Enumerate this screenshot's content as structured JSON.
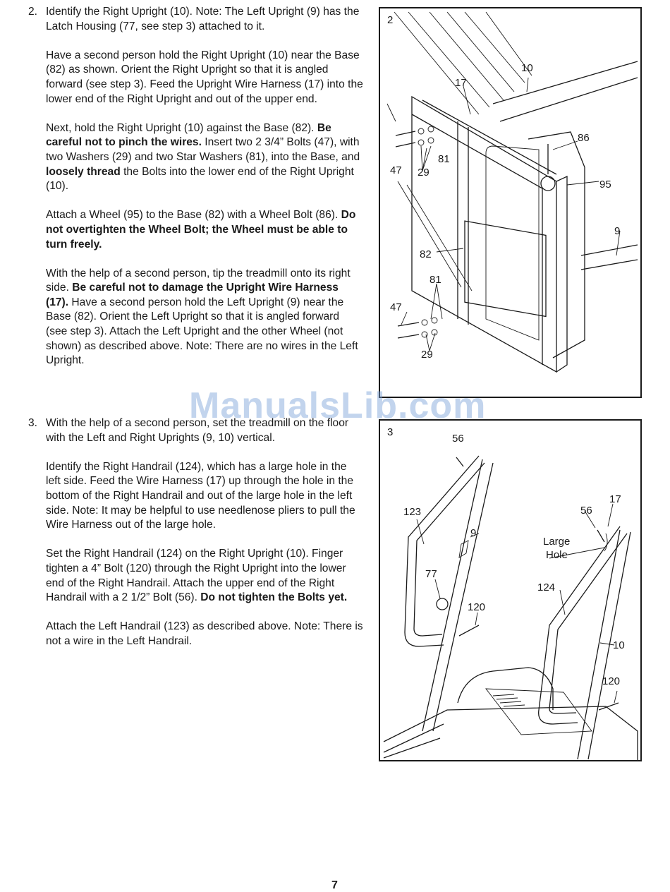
{
  "step2": {
    "number": "2.",
    "p1": "Identify the Right Upright (10). Note: The Left Upright (9) has the Latch Housing (77, see step 3) attached to it.",
    "p2": "Have a second person hold the Right Upright (10) near the Base (82) as shown. Orient the Right Upright so that it is angled forward (see step 3). Feed the Upright Wire Harness (17) into the lower end of the Right Upright and out of the upper end.",
    "p3a": "Next, hold the Right Upright (10) against the Base (82). ",
    "p3b": "Be careful not to pinch the wires.",
    "p3c": " Insert two 2 3/4” Bolts (47), with two Washers (29) and two Star Washers (81), into the Base, and ",
    "p3d": "loosely thread",
    "p3e": " the Bolts into the lower end of the Right Upright (10).",
    "p4a": "Attach a Wheel (95) to the Base (82) with a Wheel Bolt (86). ",
    "p4b": "Do not overtighten the Wheel Bolt; the Wheel must be able to turn freely.",
    "p5a": "With the help of a second person, tip the treadmill onto its right side. ",
    "p5b": "Be careful not to damage the Upright Wire Harness (17).",
    "p5c": " Have a second person hold the Left Upright (9) near the Base (82). Orient the Left Upright so that it is angled forward (see step 3). Attach the Left Upright and the other Wheel (not shown) as described above. Note: There are no wires in the Left Upright."
  },
  "step3": {
    "number": "3.",
    "p1": "With the help of a second person, set the treadmill on the floor with the Left and Right Uprights (9, 10) vertical.",
    "p2": "Identify the Right Handrail (124), which has a large hole in the left side. Feed the Wire Harness (17) up through the hole in the bottom of the Right Handrail and out of the large hole in the left side. Note: It may be helpful to use needlenose pliers to pull the Wire Harness out of the large hole.",
    "p3a": "Set the Right Handrail (124) on the Right Upright (10). Finger tighten a 4” Bolt (120) through the Right Upright into the lower end of the Right Handrail. Attach the upper end of the Right Handrail with a 2 1/2” Bolt (56). ",
    "p3b": "Do not tighten the Bolts yet.",
    "p4": "Attach the Left Handrail (123) as described above. Note: There is not a wire in the Left Handrail."
  },
  "figure2": {
    "number": "2",
    "labels": {
      "l10": "10",
      "l17": "17",
      "l86": "86",
      "l95": "95",
      "l9": "9",
      "l47a": "47",
      "l29a": "29",
      "l81a": "81",
      "l82": "82",
      "l81b": "81",
      "l47b": "47",
      "l29b": "29"
    }
  },
  "figure3": {
    "number": "3",
    "labels": {
      "l56a": "56",
      "l123": "123",
      "l9": "9",
      "l77": "77",
      "l120a": "120",
      "l17": "17",
      "l56b": "56",
      "large": "Large",
      "hole": "Hole",
      "l124": "124",
      "l10": "10",
      "l120b": "120"
    }
  },
  "watermark": "ManualsLib.com",
  "page_number": "7"
}
